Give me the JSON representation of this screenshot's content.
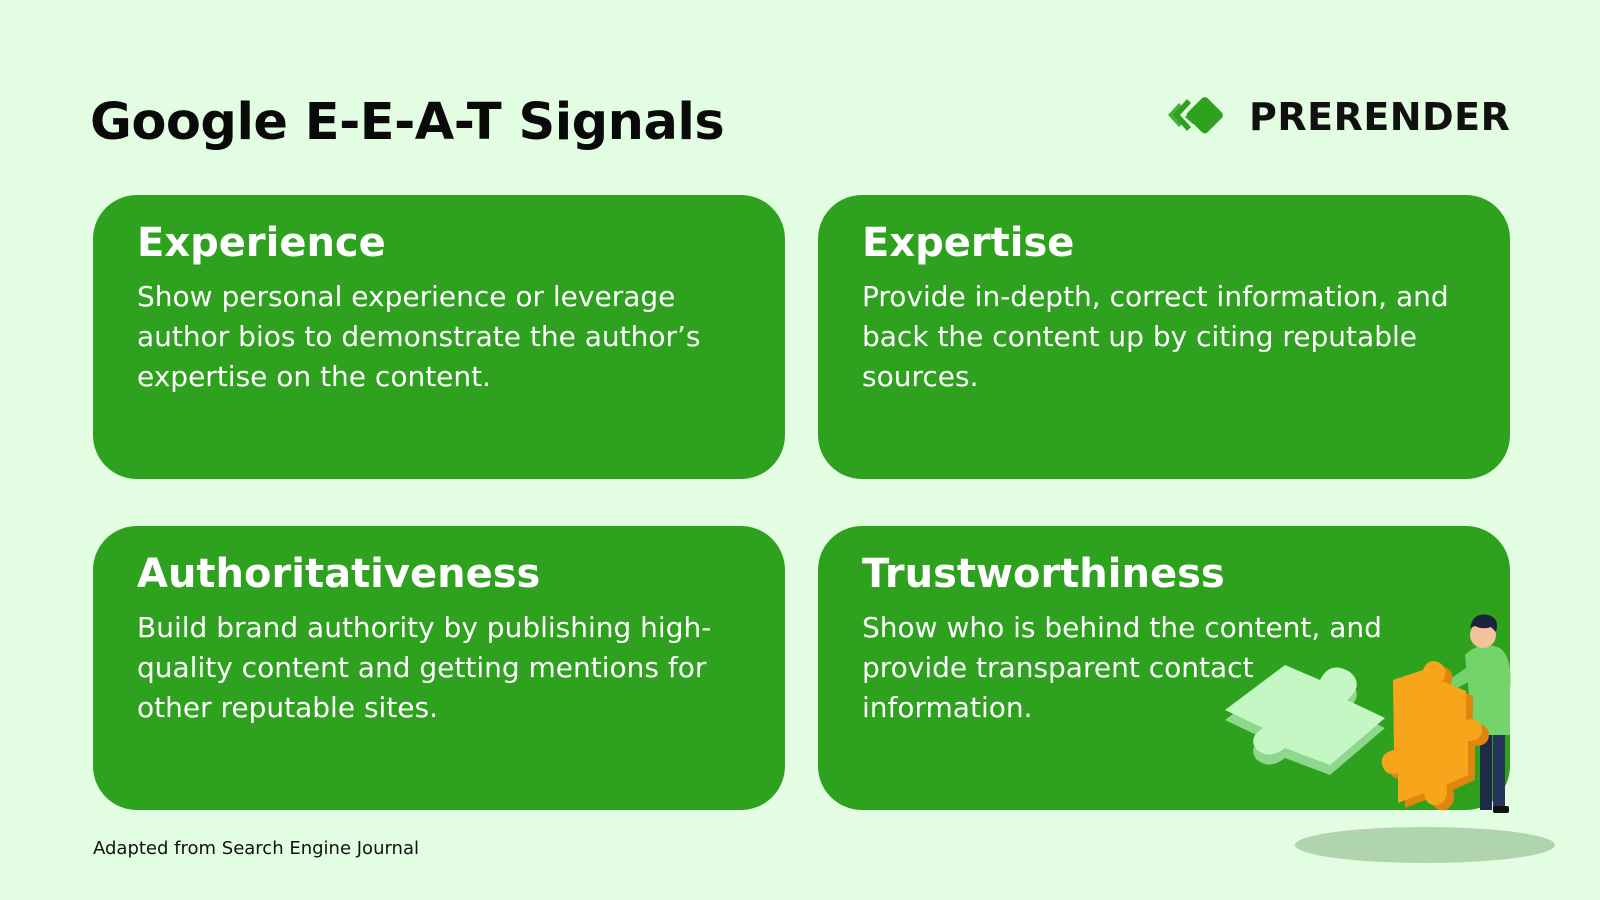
{
  "header": {
    "title": "Google E-E-A-T Signals",
    "logo_text": "PRERENDER",
    "logo_icon": "prerender-diamond-icon"
  },
  "cards": [
    {
      "heading": "Experience",
      "body": "Show personal experience or leverage author bios to demonstrate the author’s expertise on the content."
    },
    {
      "heading": "Expertise",
      "body": "Provide in-depth, correct information, and back the content up by citing reputable sources."
    },
    {
      "heading": "Authoritativeness",
      "body": "Build brand authority by publishing high-quality content and getting mentions for other reputable sites."
    },
    {
      "heading": "Trustworthiness",
      "body": "Show who is behind the content, and provide transparent contact information."
    }
  ],
  "footer": {
    "source": "Adapted from Search Engine Journal"
  },
  "illustration": {
    "icon": "person-with-puzzle-pieces-illustration"
  },
  "colors": {
    "background": "#e2fde2",
    "card": "#2ea11f",
    "card_text": "#ffffff",
    "logo_green": "#2ea11f",
    "puzzle_orange": "#f7a51a",
    "puzzle_light_green": "#bff5bf"
  }
}
